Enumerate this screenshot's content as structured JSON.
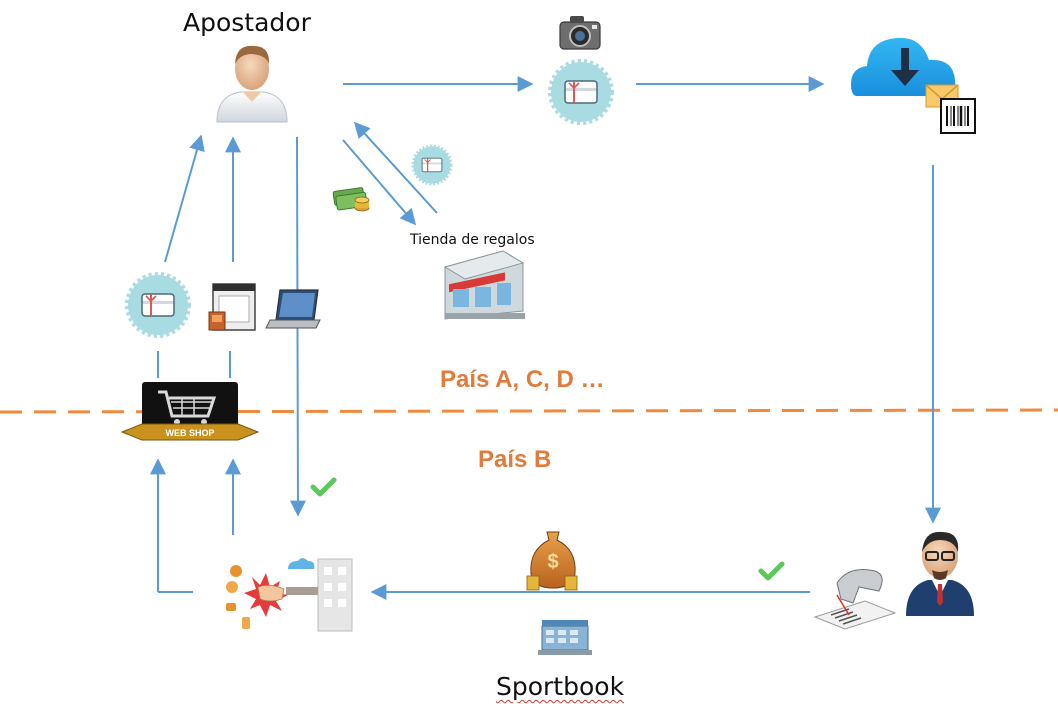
{
  "labels": {
    "apostador": "Apostador",
    "tienda": "Tienda de regalos",
    "pais_acd": "País A, C, D …",
    "pais_b": "País B",
    "sportbook": "Sportbook"
  },
  "webshop": {
    "text": "WEB SHOP"
  },
  "colors": {
    "arrow": "#5b9bd5",
    "border": "#f08a3c",
    "country": "#e07b39",
    "check": "#5cc85c",
    "giftcard_bg": "#a9dbe3"
  },
  "icons": [
    "user-icon",
    "camera-icon",
    "gift-card-icon",
    "cloud-download-icon",
    "envelope-icon",
    "barcode-icon",
    "money-icon",
    "store-icon",
    "browser-window-icon",
    "laptop-icon",
    "web-shop-cart-icon",
    "check-icon",
    "money-bag-icon",
    "barcode-scanner-icon",
    "manager-icon",
    "payment-hub-icon",
    "building-icon"
  ]
}
